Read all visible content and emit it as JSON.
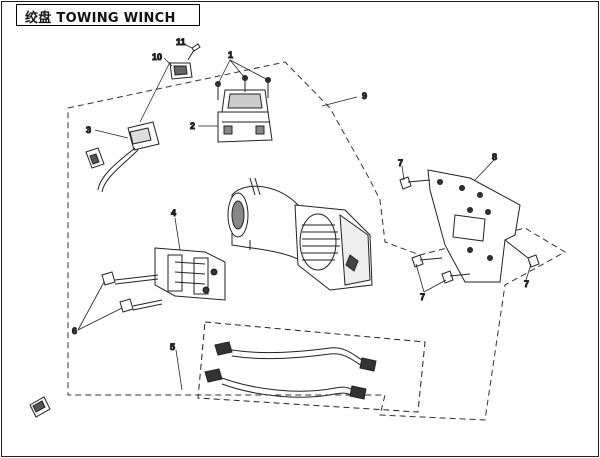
{
  "title": "绞盘 TOWING WINCH",
  "callouts": {
    "c1": "1",
    "c2": "2",
    "c3": "3",
    "c4": "4",
    "c5": "5",
    "c6": "6",
    "c7a": "7",
    "c7b": "7",
    "c7c": "7",
    "c8": "8",
    "c9": "9",
    "c10": "10",
    "c11": "11"
  }
}
